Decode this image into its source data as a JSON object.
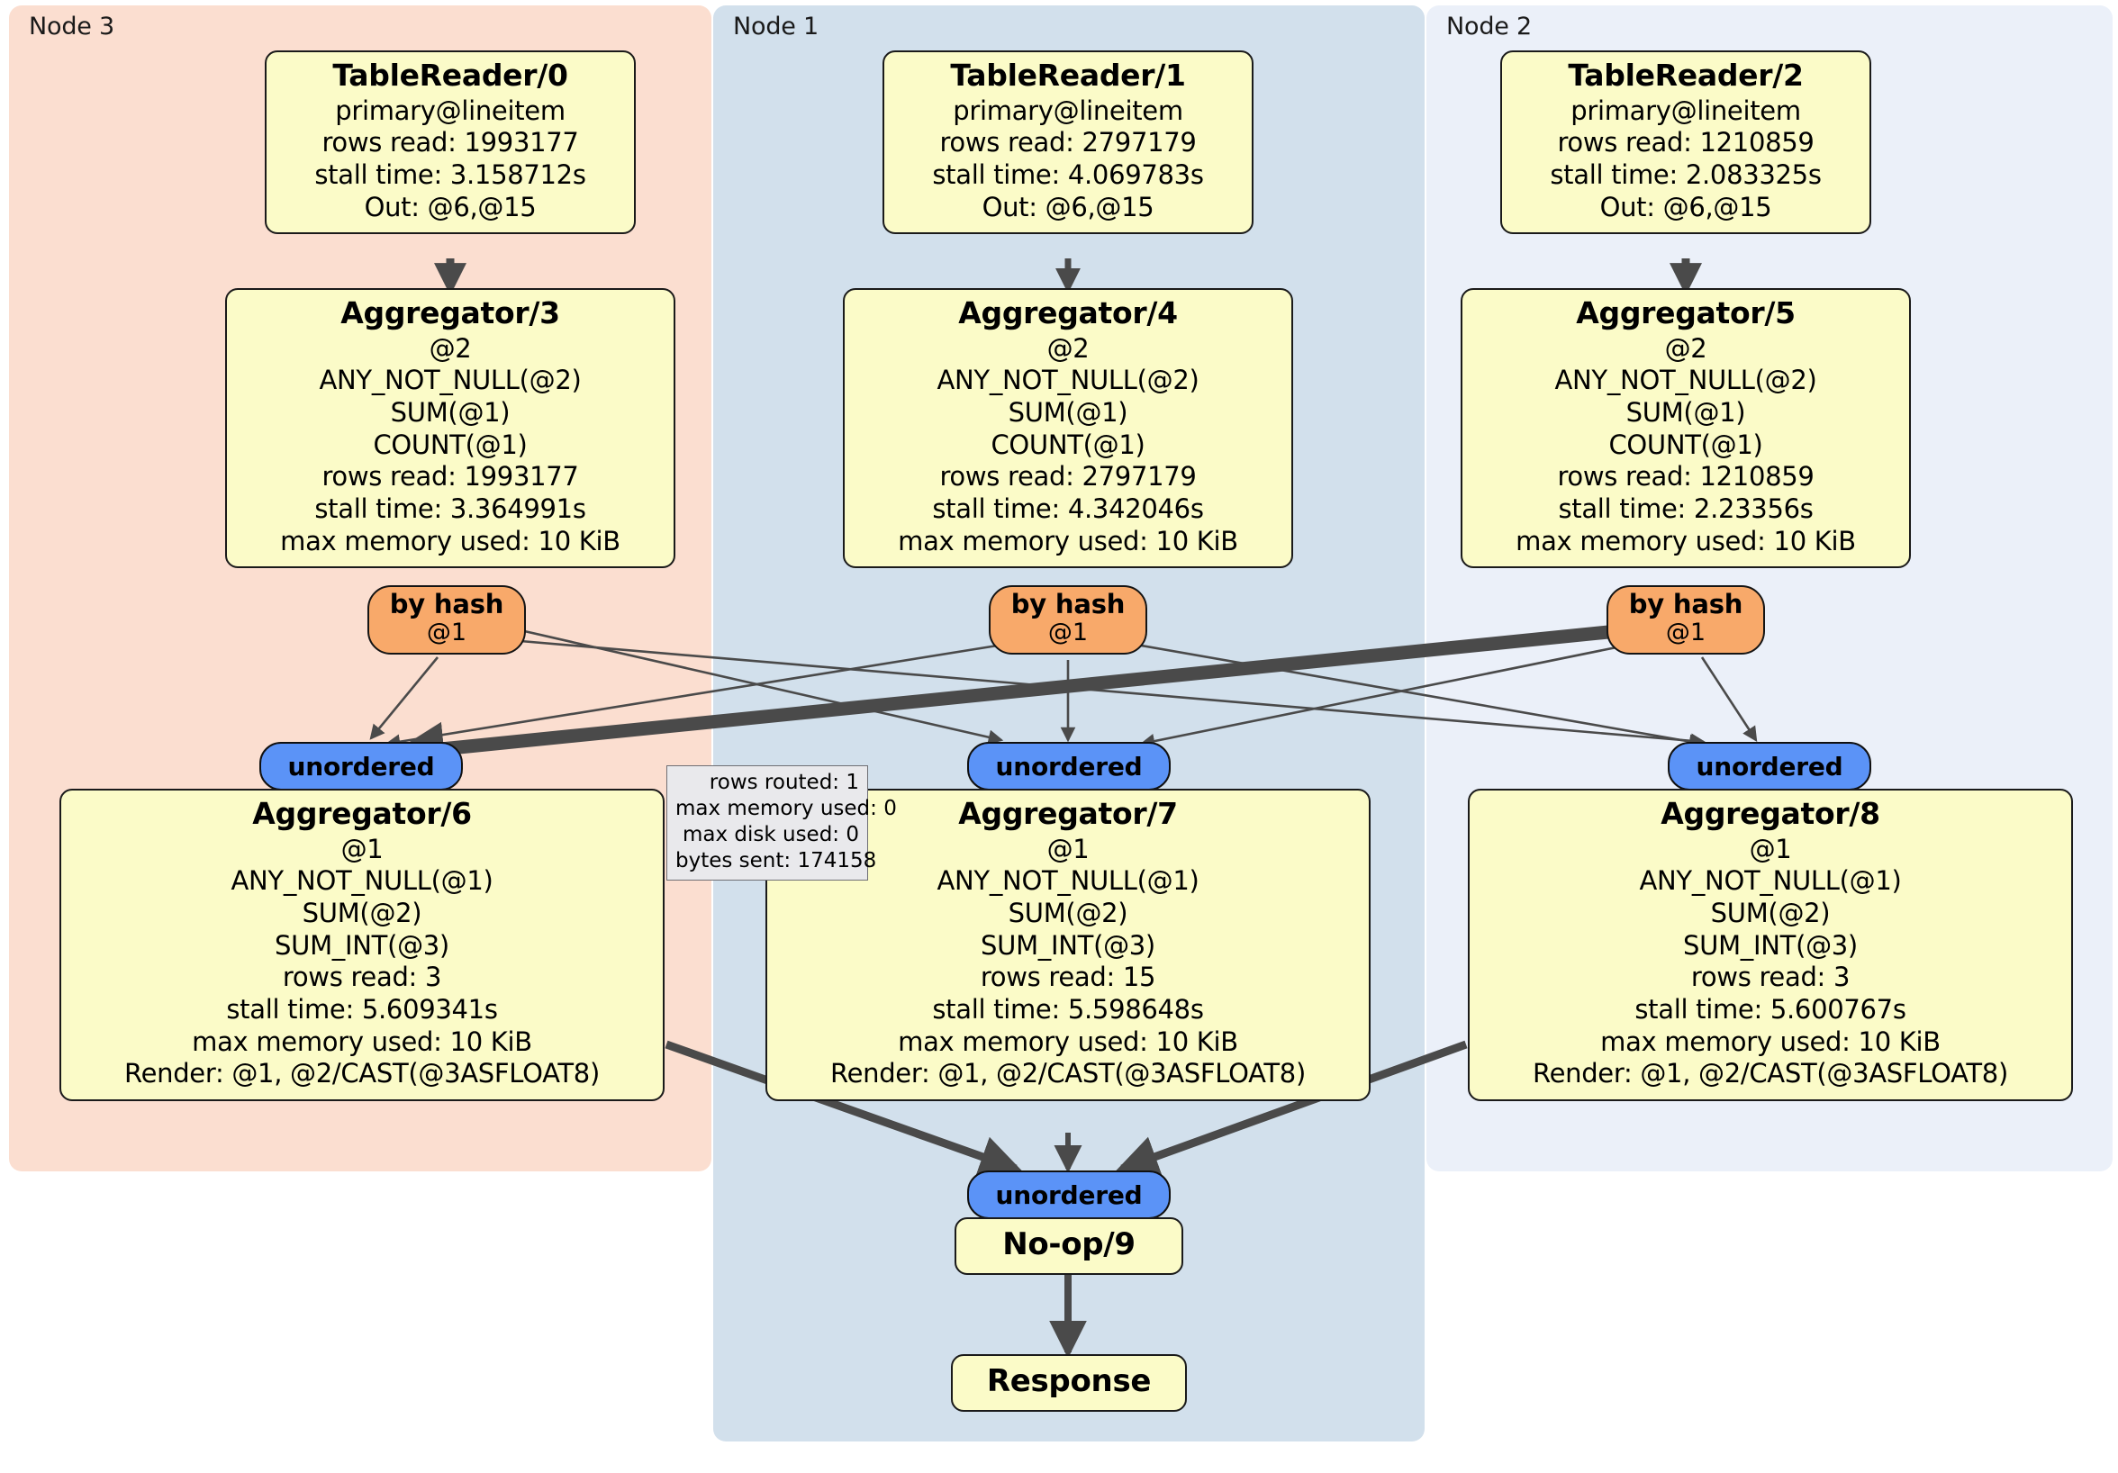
{
  "diagram": {
    "type": "distributed-query-execution-plan",
    "panels": [
      {
        "id": "node3",
        "label": "Node 3",
        "color": "#fbded0"
      },
      {
        "id": "node1",
        "label": "Node 1",
        "color": "#d2e0ec"
      },
      {
        "id": "node2",
        "label": "Node 2",
        "color": "#ebf0f9"
      }
    ],
    "processors": [
      {
        "id": "tablereader-0",
        "title": "TableReader/0",
        "lines": [
          "primary@lineitem",
          "rows read: 1993177",
          "stall time: 3.158712s",
          "Out: @6,@15"
        ]
      },
      {
        "id": "tablereader-1",
        "title": "TableReader/1",
        "lines": [
          "primary@lineitem",
          "rows read: 2797179",
          "stall time: 4.069783s",
          "Out: @6,@15"
        ]
      },
      {
        "id": "tablereader-2",
        "title": "TableReader/2",
        "lines": [
          "primary@lineitem",
          "rows read: 1210859",
          "stall time: 2.083325s",
          "Out: @6,@15"
        ]
      },
      {
        "id": "aggregator-3",
        "title": "Aggregator/3",
        "lines": [
          "@2",
          "ANY_NOT_NULL(@2)",
          "SUM(@1)",
          "COUNT(@1)",
          "rows read: 1993177",
          "stall time: 3.364991s",
          "max memory used: 10 KiB"
        ]
      },
      {
        "id": "aggregator-4",
        "title": "Aggregator/4",
        "lines": [
          "@2",
          "ANY_NOT_NULL(@2)",
          "SUM(@1)",
          "COUNT(@1)",
          "rows read: 2797179",
          "stall time: 4.342046s",
          "max memory used: 10 KiB"
        ]
      },
      {
        "id": "aggregator-5",
        "title": "Aggregator/5",
        "lines": [
          "@2",
          "ANY_NOT_NULL(@2)",
          "SUM(@1)",
          "COUNT(@1)",
          "rows read: 1210859",
          "stall time: 2.23356s",
          "max memory used: 10 KiB"
        ]
      },
      {
        "id": "aggregator-6",
        "title": "Aggregator/6",
        "lines": [
          "@1",
          "ANY_NOT_NULL(@1)",
          "SUM(@2)",
          "SUM_INT(@3)",
          "rows read: 3",
          "stall time: 5.609341s",
          "max memory used: 10 KiB",
          "Render: @1, @2/CAST(@3ASFLOAT8)"
        ]
      },
      {
        "id": "aggregator-7",
        "title": "Aggregator/7",
        "lines": [
          "@1",
          "ANY_NOT_NULL(@1)",
          "SUM(@2)",
          "SUM_INT(@3)",
          "rows read: 15",
          "stall time: 5.598648s",
          "max memory used: 10 KiB",
          "Render: @1, @2/CAST(@3ASFLOAT8)"
        ]
      },
      {
        "id": "aggregator-8",
        "title": "Aggregator/8",
        "lines": [
          "@1",
          "ANY_NOT_NULL(@1)",
          "SUM(@2)",
          "SUM_INT(@3)",
          "rows read: 3",
          "stall time: 5.600767s",
          "max memory used: 10 KiB",
          "Render: @1, @2/CAST(@3ASFLOAT8)"
        ]
      },
      {
        "id": "noop-9",
        "title": "No-op/9",
        "lines": []
      },
      {
        "id": "response",
        "title": "Response",
        "lines": []
      }
    ],
    "routers": [
      {
        "id": "router-node3",
        "title": "by hash",
        "sub": "@1"
      },
      {
        "id": "router-node1",
        "title": "by hash",
        "sub": "@1"
      },
      {
        "id": "router-node2",
        "title": "by hash",
        "sub": "@1"
      }
    ],
    "synchronizers": [
      {
        "id": "sync-node3",
        "label": "unordered"
      },
      {
        "id": "sync-node1",
        "label": "unordered"
      },
      {
        "id": "sync-node2",
        "label": "unordered"
      },
      {
        "id": "sync-final",
        "label": "unordered"
      }
    ],
    "tooltip": {
      "id": "stream-stats",
      "lines": [
        "rows routed: 1",
        "max memory used: 0",
        "max disk used: 0",
        "bytes sent: 174158"
      ]
    },
    "colors": {
      "processor_fill": "#fbfbc8",
      "router_fill": "#f8a96a",
      "sync_fill": "#5b93f7",
      "tooltip_fill": "#e9e9ec",
      "edge": "#4a4a4a",
      "node3_panel": "#fbded0",
      "node1_panel": "#d2e0ec",
      "node2_panel": "#ebf0f9"
    }
  }
}
